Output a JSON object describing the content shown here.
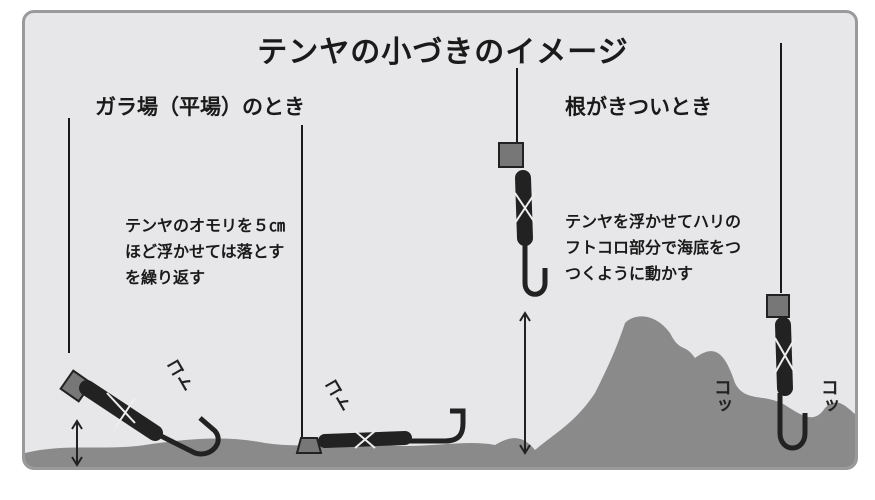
{
  "title": "テンヤの小づきのイメージ",
  "sections": [
    {
      "heading": "ガラ場（平場）のとき",
      "note": "テンヤのオモリを５㎝ほど浮かせては落とすを繰り返す",
      "sounds": [
        "コト",
        "コト"
      ]
    },
    {
      "heading": "根がきついとき",
      "note": "テンヤを浮かせてハリのフトコロ部分で海底をつつくように動かす",
      "sounds": [
        "コッ",
        "コッ"
      ]
    }
  ],
  "colors": {
    "background": "#e7e7e9",
    "seabed": "#8a8a8a",
    "line": "#1a1a1a",
    "border": "#9a9a9c"
  }
}
